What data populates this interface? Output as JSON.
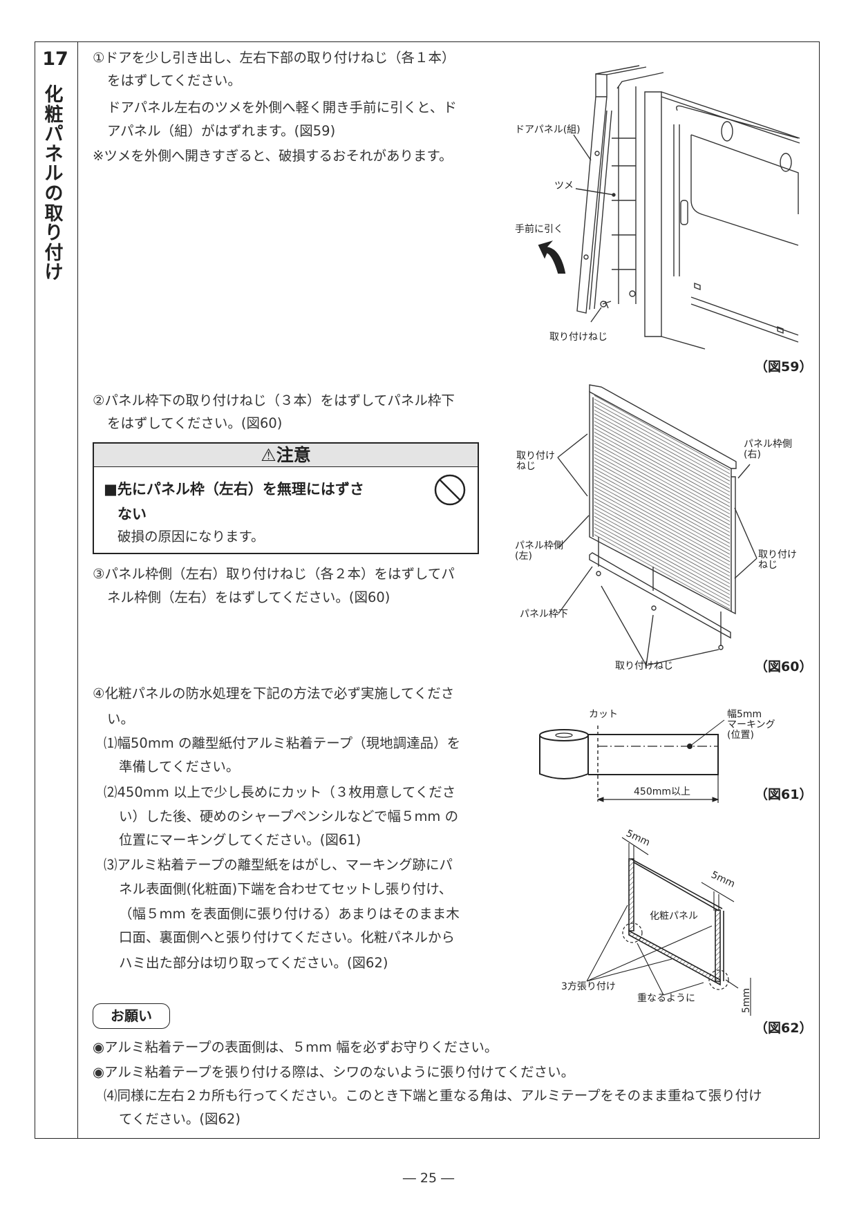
{
  "section": {
    "number": "17",
    "title": "化粧パネルの取り付け"
  },
  "step1": {
    "lines": [
      "①ドアを少し引き出し、左右下部の取り付けねじ（各１本）",
      "をはずしてください。",
      "ドアパネル左右のツメを外側へ軽く開き手前に引くと、ド",
      "アパネル（組）がはずれます。(図59)"
    ],
    "note": "※ツメを外側へ開きすぎると、破損するおそれがあります。"
  },
  "fig59": {
    "labels": {
      "door_panel": "ドアパネル(組)",
      "claw": "ツメ",
      "pull": "手前に引く",
      "screw": "取り付けねじ"
    },
    "caption": "（図59）"
  },
  "step2": {
    "lines": [
      "②パネル枠下の取り付けねじ（３本）をはずしてパネル枠下",
      "をはずしてください。(図60)"
    ]
  },
  "caution": {
    "title": "⚠注意",
    "bold_lines": [
      "■先にパネル枠（左右）を無理にはずさ",
      "ない"
    ],
    "text": "破損の原因になります。"
  },
  "step3": {
    "lines": [
      "③パネル枠側（左右）取り付けねじ（各２本）をはずしてパ",
      "ネル枠側（左右）をはずしてください。(図60)"
    ]
  },
  "fig60": {
    "labels": {
      "screw_left": [
        "取り付け",
        "ねじ"
      ],
      "frame_right": [
        "パネル枠側",
        "(右)"
      ],
      "frame_left": [
        "パネル枠側",
        "(左)"
      ],
      "screw_right": [
        "取り付け",
        "ねじ"
      ],
      "frame_bottom": "パネル枠下",
      "screw_bottom": "取り付けねじ"
    },
    "caption": "（図60）"
  },
  "step4": {
    "lines": [
      "④化粧パネルの防水処理を下記の方法で必ず実施してくださ",
      "い。"
    ],
    "sub1": [
      "⑴幅50mm の離型紙付アルミ粘着テープ（現地調達品）を",
      "準備してください。"
    ],
    "sub2": [
      "⑵450mm 以上で少し長めにカット（３枚用意してくださ",
      "い）した後、硬めのシャープペンシルなどで幅５mm の",
      "位置にマーキングしてください。(図61)"
    ],
    "sub3": [
      "⑶アルミ粘着テープの離型紙をはがし、マーキング跡にパ",
      "ネル表面側(化粧面)下端を合わせてセットし張り付け、",
      "（幅５mm を表面側に張り付ける）あまりはそのまま木",
      "口面、裏面側へと張り付けてください。化粧パネルから",
      "ハミ出た部分は切り取ってください。(図62)"
    ]
  },
  "fig61": {
    "labels": {
      "cut": "カット",
      "marking": [
        "幅5mm",
        "マーキング",
        "(位置)"
      ],
      "length": "450mm以上"
    },
    "caption": "（図61）"
  },
  "fig62": {
    "labels": {
      "width_top": "5mm",
      "width_right": "5mm",
      "panel": "化粧パネル",
      "three_sides": "3方張り付け",
      "overlap": "重なるように",
      "width_bottom": "5mm"
    },
    "caption": "（図62）"
  },
  "request": {
    "label": "お願い",
    "bullets": [
      "◉アルミ粘着テープの表面側は、５mm 幅を必ずお守りください。",
      "◉アルミ粘着テープを張り付ける際は、シワのないように張り付けてください。"
    ],
    "sub4": [
      "⑷同様に左右２カ所も行ってください。このとき下端と重なる角は、アルミテープをそのまま重ねて張り付け",
      "てください。(図62)"
    ]
  },
  "page_number": "― 25 ―"
}
